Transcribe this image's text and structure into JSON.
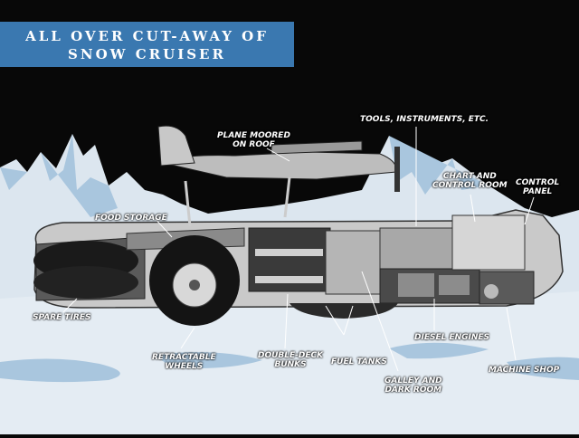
{
  "title": {
    "line1": "ALL OVER CUT-AWAY OF",
    "line2": "SNOW CRUISER"
  },
  "labels": {
    "plane": [
      "PLANE MOORED",
      "ON ROOF"
    ],
    "tools": [
      "TOOLS, INSTRUMENTS, ETC."
    ],
    "chart_room": [
      "CHART AND",
      "CONTROL ROOM"
    ],
    "control_panel": [
      "CONTROL",
      "PANEL"
    ],
    "food_storage": [
      "FOOD STORAGE"
    ],
    "spare_tires": [
      "SPARE TIRES"
    ],
    "retractable_wheels": [
      "RETRACTABLE",
      "WHEELS"
    ],
    "bunks": [
      "DOUBLE-DECK",
      "BUNKS"
    ],
    "fuel_tanks": [
      "FUEL TANKS"
    ],
    "diesel_engines": [
      "DIESEL ENGINES"
    ],
    "galley": [
      "GALLEY AND",
      "DARK ROOM"
    ],
    "machine_shop": [
      "MACHINE SHOP"
    ]
  },
  "colors": {
    "sky": "#080808",
    "snow": "#dfe8f0",
    "ice_shadow": "#9fbfdc",
    "title_box": "#3a78b0",
    "vehicle": "#c9c9c9",
    "label": "#ffffff"
  }
}
